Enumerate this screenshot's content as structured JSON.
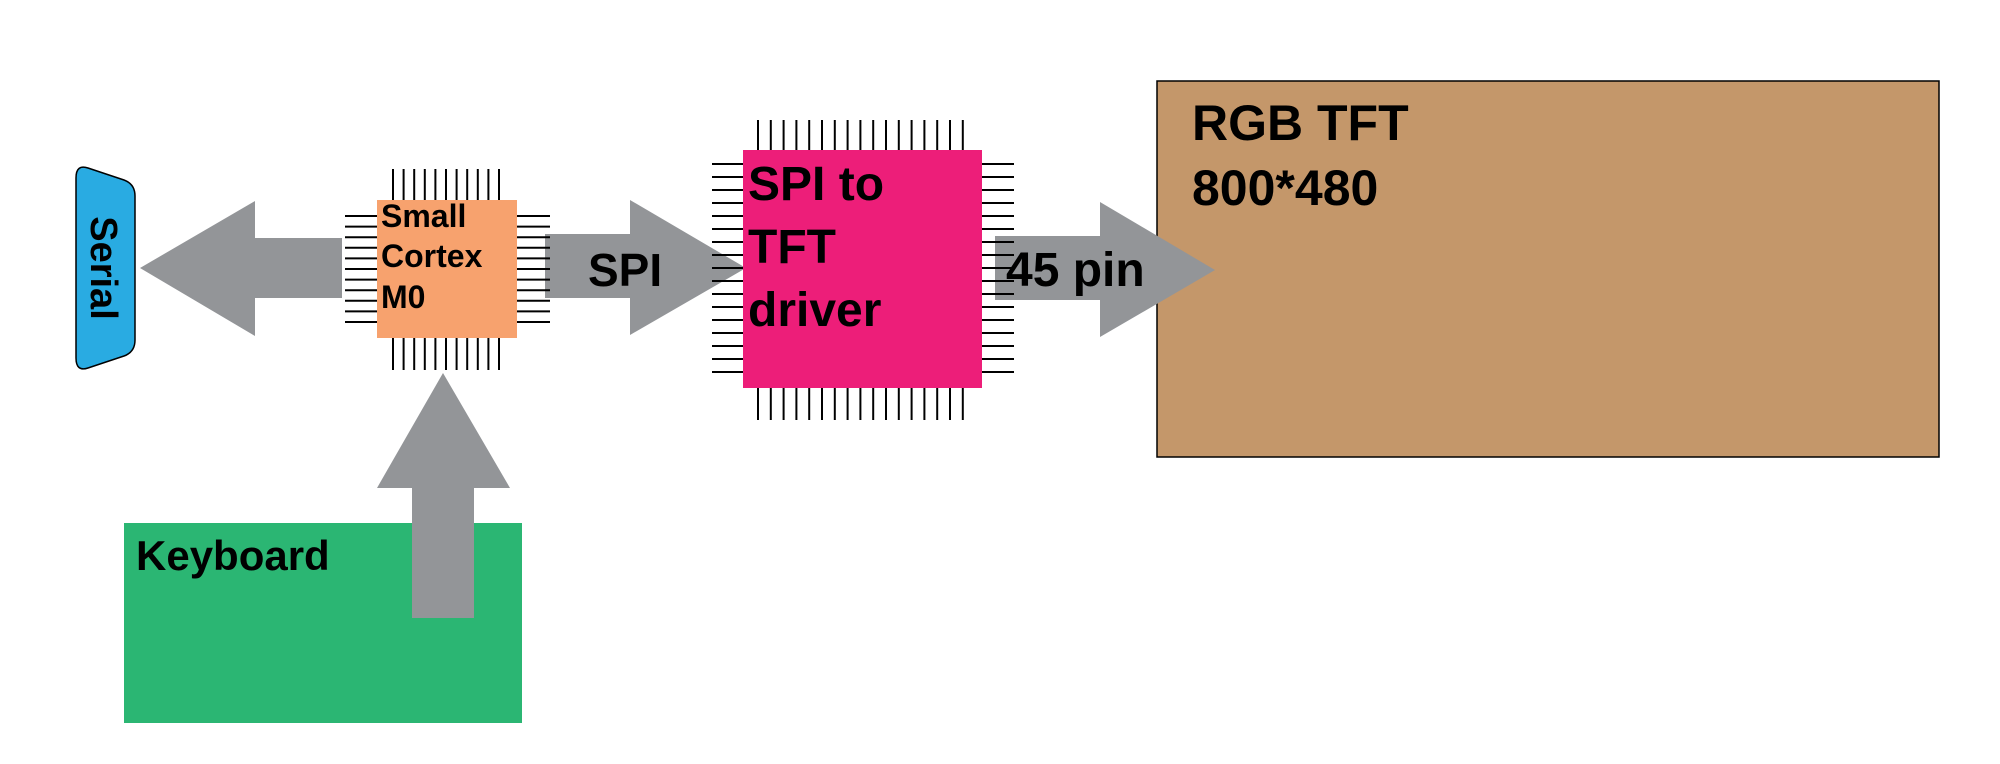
{
  "blocks": {
    "serial": {
      "label": "Serial",
      "color": "#29abe2"
    },
    "mcu": {
      "lines": [
        "Small",
        "Cortex",
        "M0"
      ],
      "color": "#f7a26e"
    },
    "tft_driver": {
      "lines": [
        "SPI to",
        "TFT",
        "driver"
      ],
      "color": "#ed1e79"
    },
    "display": {
      "lines": [
        "RGB TFT",
        "800*480"
      ],
      "color": "#c4976a"
    },
    "keyboard": {
      "label": "Keyboard",
      "color": "#2bb673"
    }
  },
  "links": {
    "mcu_to_driver": {
      "label": "SPI"
    },
    "driver_to_display": {
      "label": "45 pin"
    }
  },
  "colors": {
    "arrow": "#939598",
    "pins": "#000000"
  }
}
